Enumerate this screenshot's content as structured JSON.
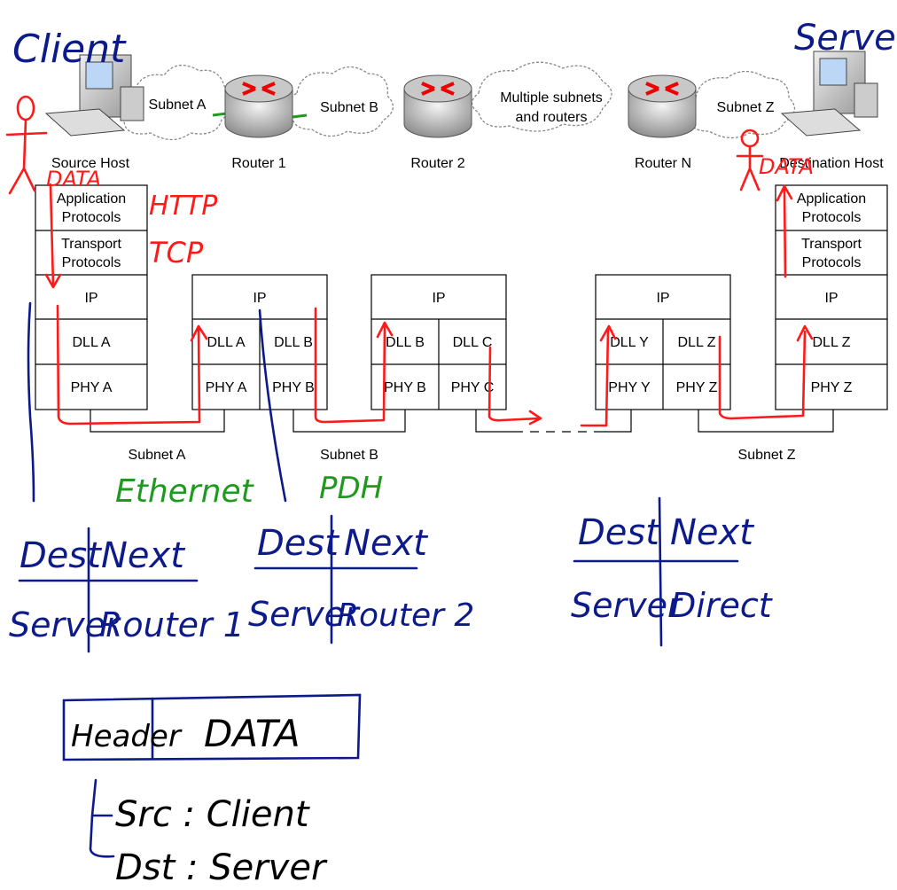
{
  "network": {
    "clouds": [
      "Subnet A",
      "Subnet B",
      "Multiple subnets",
      "and routers",
      "Subnet Z"
    ],
    "routers": [
      "Router 1",
      "Router 2",
      "Router N"
    ],
    "source_host": "Source Host",
    "destination_host": "Destination Host"
  },
  "stacks": {
    "source": [
      "Application",
      "Protocols",
      "Transport",
      "Protocols",
      "IP",
      "DLL A",
      "PHY A"
    ],
    "router1": [
      "IP",
      "DLL A",
      "DLL B",
      "PHY A",
      "PHY B"
    ],
    "router2": [
      "IP",
      "DLL B",
      "DLL C",
      "PHY B",
      "PHY C"
    ],
    "routerN": [
      "IP",
      "DLL Y",
      "DLL Z",
      "PHY Y",
      "PHY Z"
    ],
    "destination": [
      "Application",
      "Protocols",
      "Transport",
      "Protocols",
      "IP",
      "DLL Z",
      "PHY Z"
    ]
  },
  "subnet_labels": [
    "Subnet A",
    "Subnet B",
    "Subnet Z"
  ],
  "annotations": {
    "client": "Client",
    "server": "Server",
    "data_left": "DATA",
    "data_right": "DATA",
    "http": "HTTP",
    "tcp": "TCP",
    "ethernet": "Ethernet",
    "pdh": "PDH"
  },
  "routing_tables": [
    {
      "header": [
        "Dest",
        "Next"
      ],
      "row": [
        "Server",
        "Router 1"
      ]
    },
    {
      "header": [
        "Dest",
        "Next"
      ],
      "row": [
        "Server",
        "Router 2"
      ]
    },
    {
      "header": [
        "Dest",
        "Next"
      ],
      "row": [
        "Server",
        "Direct"
      ]
    }
  ],
  "packet": {
    "header": "Header",
    "data": "DATA",
    "src": "Src : Client",
    "dst": "Dst : Server"
  },
  "colors": {
    "red": "#ff1a1a",
    "blue": "#0d1a8a",
    "green": "#1f9a1f"
  }
}
